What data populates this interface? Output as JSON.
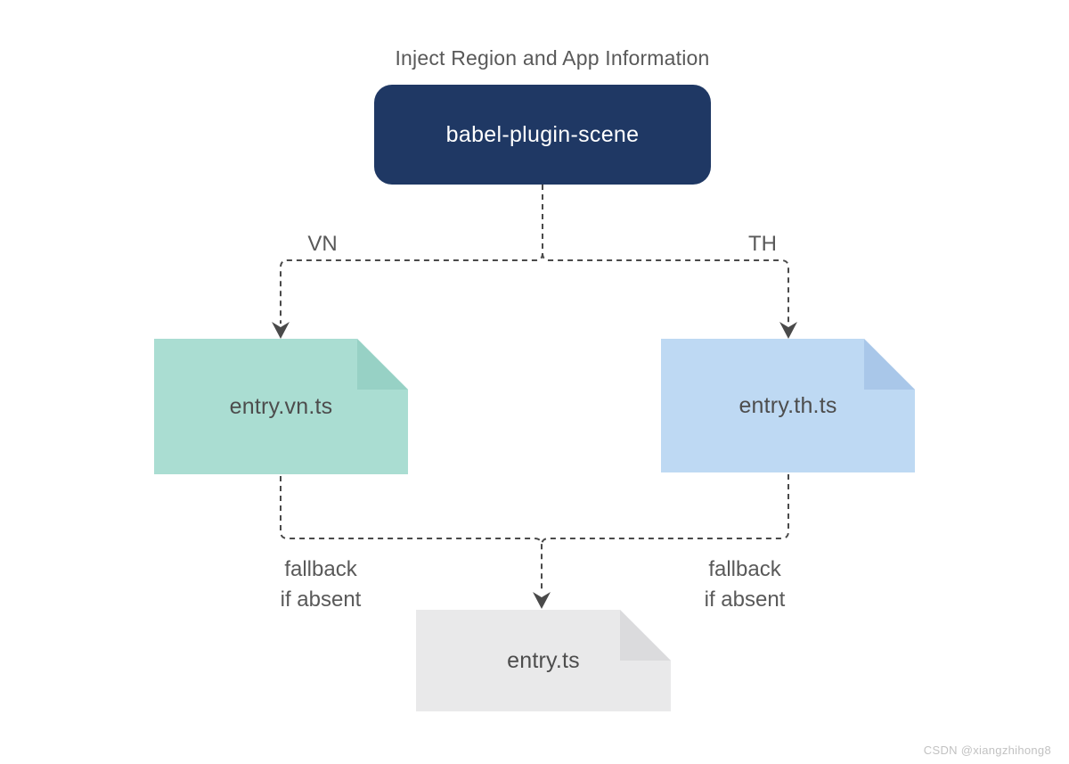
{
  "title": "Inject Region and App Information",
  "plugin_box": {
    "label": "babel-plugin-scene",
    "bg": "#1f3864"
  },
  "branches": {
    "left_label": "VN",
    "right_label": "TH"
  },
  "files": {
    "vn": {
      "label": "entry.vn.ts",
      "body_color": "#aaddd2",
      "fold_color": "#97d1c5"
    },
    "th": {
      "label": "entry.th.ts",
      "body_color": "#bed9f3",
      "fold_color": "#a9c7e9"
    },
    "default": {
      "label": "entry.ts",
      "body_color": "#e9e9ea",
      "fold_color": "#dbdbdd"
    }
  },
  "fallback_left": {
    "line1": "fallback",
    "line2": "if absent"
  },
  "fallback_right": {
    "line1": "fallback",
    "line2": "if absent"
  },
  "connector_color": "#4a4a4a",
  "watermark": "CSDN @xiangzhihong8"
}
